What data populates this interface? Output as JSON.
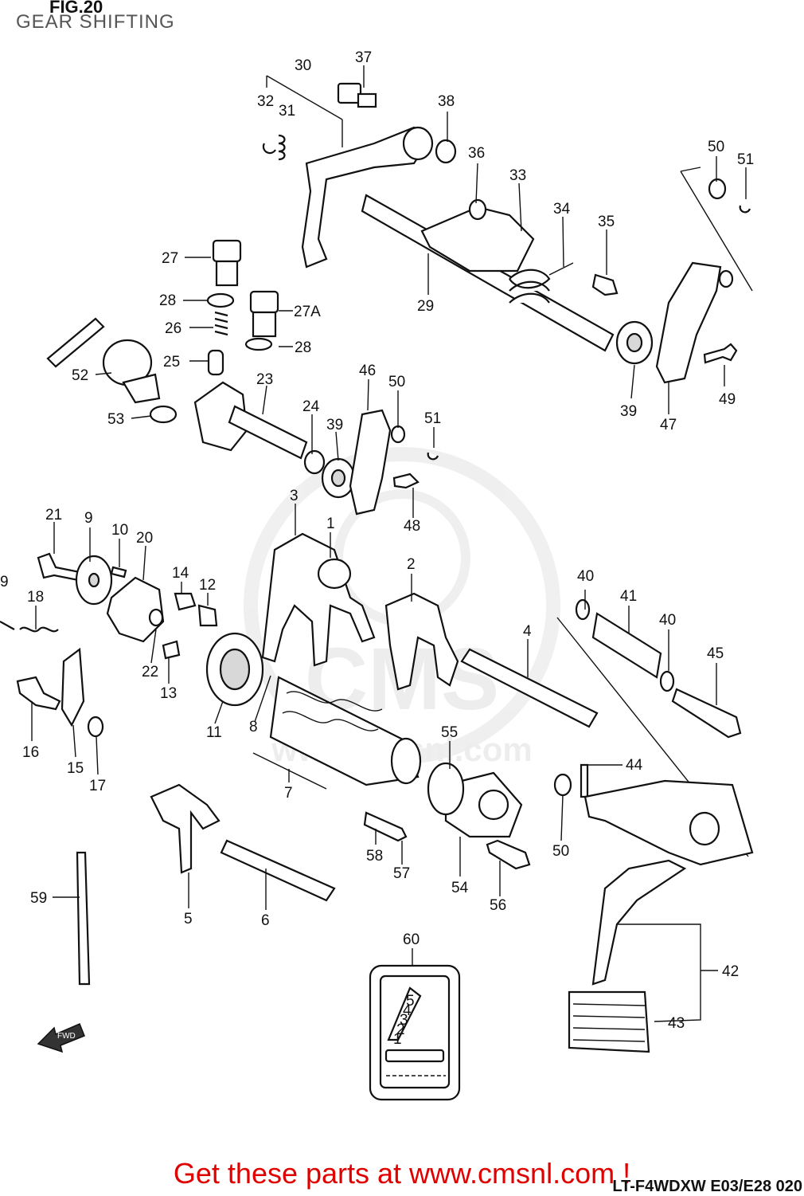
{
  "header": {
    "figure": "FIG.20",
    "title": "GEAR SHIFTING"
  },
  "watermark": {
    "text": "www.cmsnl.com",
    "logo": "CMS"
  },
  "parts": {
    "p1": "1",
    "p2": "2",
    "p3": "3",
    "p4": "4",
    "p5": "5",
    "p6": "6",
    "p7": "7",
    "p8": "8",
    "p9": "9",
    "p9b": "9",
    "p10": "10",
    "p11": "11",
    "p12": "12",
    "p13": "13",
    "p14": "14",
    "p15": "15",
    "p16": "16",
    "p17": "17",
    "p18": "18",
    "p20": "20",
    "p21": "21",
    "p22": "22",
    "p23": "23",
    "p24": "24",
    "p25": "25",
    "p26": "26",
    "p27": "27",
    "p27a": "27A",
    "p28": "28",
    "p28b": "28",
    "p29": "29",
    "p30": "30",
    "p31": "31",
    "p32": "32",
    "p33": "33",
    "p34": "34",
    "p35": "35",
    "p36": "36",
    "p37": "37",
    "p38": "38",
    "p39": "39",
    "p39b": "39",
    "p40": "40",
    "p40b": "40",
    "p41": "41",
    "p42": "42",
    "p43": "43",
    "p44": "44",
    "p45": "45",
    "p46": "46",
    "p47": "47",
    "p48": "48",
    "p49": "49",
    "p50": "50",
    "p50b": "50",
    "p50c": "50",
    "p51": "51",
    "p51b": "51",
    "p52": "52",
    "p53": "53",
    "p54": "54",
    "p55": "55",
    "p56": "56",
    "p57": "57",
    "p58": "58",
    "p59": "59",
    "p60": "60"
  },
  "fwd_arrow": {
    "label": "FWD"
  },
  "shift_pattern_numerals": [
    "5",
    "4",
    "3",
    "2",
    "1"
  ],
  "footer": {
    "cta": "Get these parts at www.cmsnl.com !",
    "model_code": "LT-F4WDXW E03/E28  020"
  }
}
